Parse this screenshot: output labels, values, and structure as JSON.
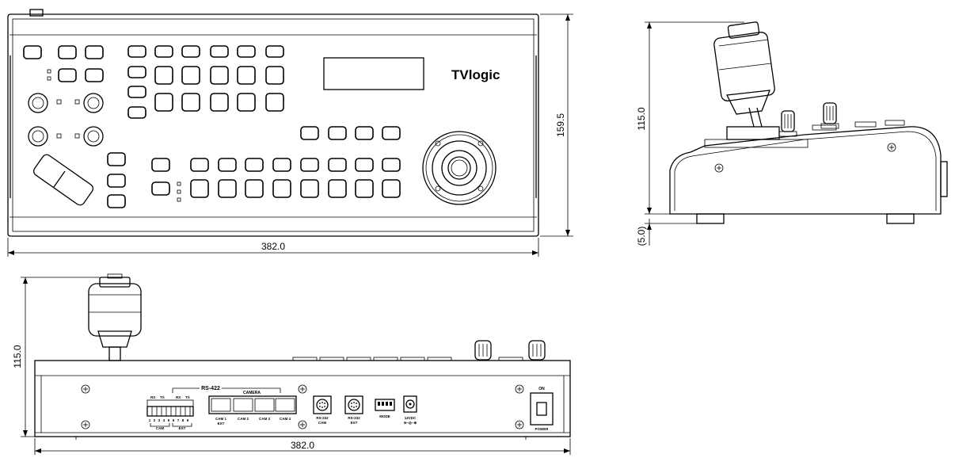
{
  "drawing": {
    "top_view": {
      "brand": "TVlogic",
      "width_label": "382.0",
      "height_label": "159.5"
    },
    "side_view": {
      "height_label": "115.0",
      "foot_label": "(5.0)"
    },
    "rear_view": {
      "height_label": "115.0",
      "width_label": "382.0",
      "rs422_label": "RS-422",
      "camera_label": "CAMERA",
      "rx_label": "RX",
      "tx_label": "TX",
      "cam_group_label": "CAM",
      "ext_group_label": "EXT",
      "terminal_numbers": [
        "1",
        "2",
        "3",
        "4",
        "5",
        "6",
        "7",
        "8",
        "9"
      ],
      "cam_ports": [
        "CAM 1",
        "CAM 2",
        "CAM 3",
        "CAM 4"
      ],
      "cam1_sub": "EXT",
      "rs232_label": "RS-232",
      "rs232_cam": "CAM",
      "rs232_ext": "EXT",
      "mode_label": "MODE",
      "dc_label": "12VDC",
      "on_label": "ON",
      "power_label": "POWER"
    }
  }
}
